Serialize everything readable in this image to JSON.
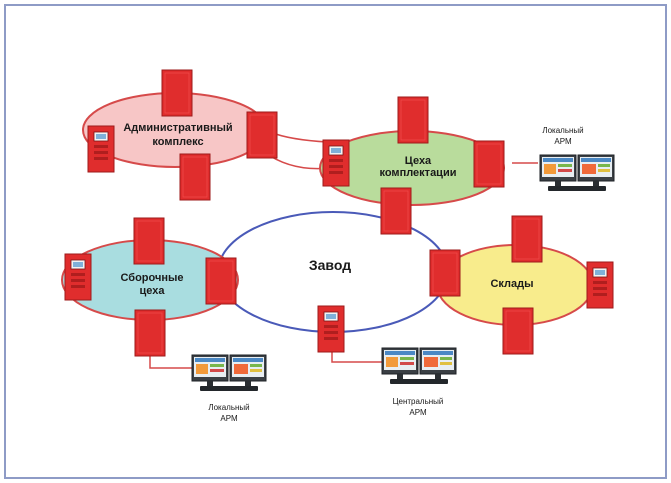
{
  "diagram": {
    "zones": {
      "admin": {
        "line1": "Административный",
        "line2": "комплекс",
        "fill": "#f7c6c6"
      },
      "complect": {
        "line1": "Цеха",
        "line2": "комплектации",
        "fill": "#b9dc9c"
      },
      "assembly": {
        "line1": "Сборочные",
        "line2": "цеха",
        "fill": "#a9dde0"
      },
      "warehouse": {
        "line1": "Склады",
        "fill": "#f8ec8c"
      },
      "factory": {
        "line1": "Завод"
      }
    },
    "workstations": {
      "right": {
        "line1": "Локальный",
        "line2": "АРМ"
      },
      "bottom_left": {
        "line1": "Локальный",
        "line2": "АРМ"
      },
      "central": {
        "line1": "Центральный",
        "line2": "АРМ"
      }
    },
    "colors": {
      "frame_border": "#8e9bc6",
      "ring_red": "#d64a4a",
      "ring_blue": "#4a5ab8",
      "device_red": "#e02d2d",
      "device_dark": "#b01e1e"
    }
  }
}
